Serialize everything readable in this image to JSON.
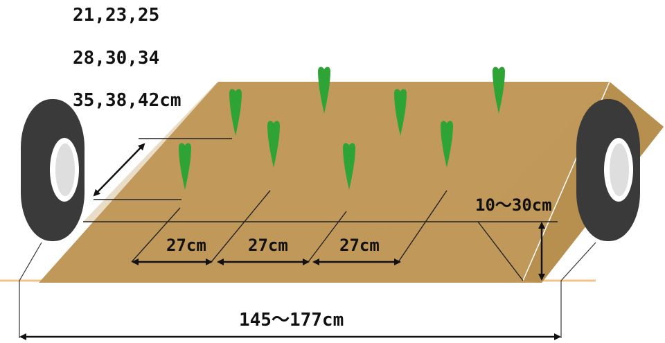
{
  "spacing_options": {
    "line1": "21,23,25",
    "line2": "28,30,34",
    "line3": "35,38,42cm"
  },
  "row_spacing": {
    "first": "27cm",
    "second": "27cm",
    "third": "27cm"
  },
  "bed_height": "10～30cm",
  "tread_width": "145～177cm",
  "colors": {
    "soil": "#c0995a",
    "plant": "#2ea336",
    "tire": "#3a3a3a",
    "ground_line": "#f2c48a",
    "arrow": "#111111"
  }
}
